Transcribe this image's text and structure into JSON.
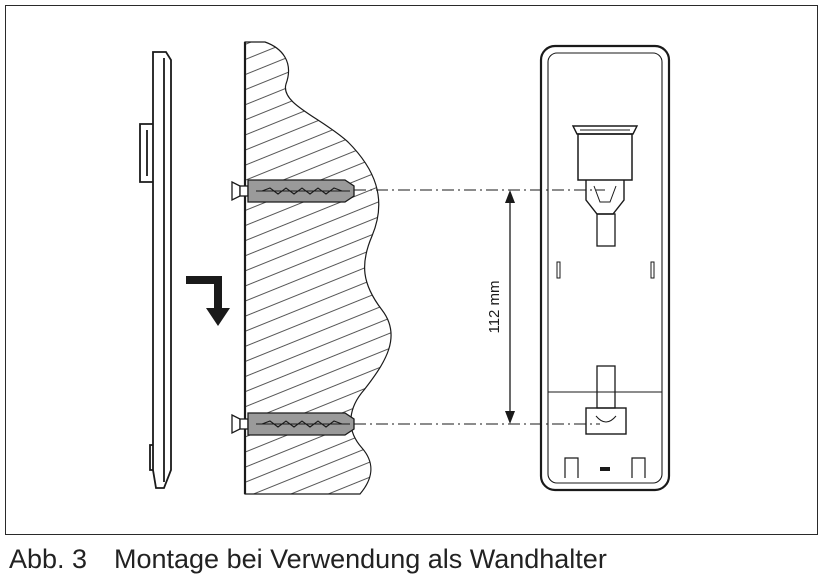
{
  "caption": {
    "figure_number": "Abb. 3",
    "text": "Montage bei Verwendung als Wandhalter"
  },
  "diagram": {
    "dimension_label": "112 mm",
    "icons": [
      "wall-section-hatched",
      "wall-plug-with-screw",
      "turn-down-arrow-icon",
      "wall-holder-front-view",
      "holder-side-profile"
    ],
    "colors": {
      "line": "#1a1a1a",
      "plug_fill": "#9a9a9a",
      "hatch": "#444444"
    }
  }
}
